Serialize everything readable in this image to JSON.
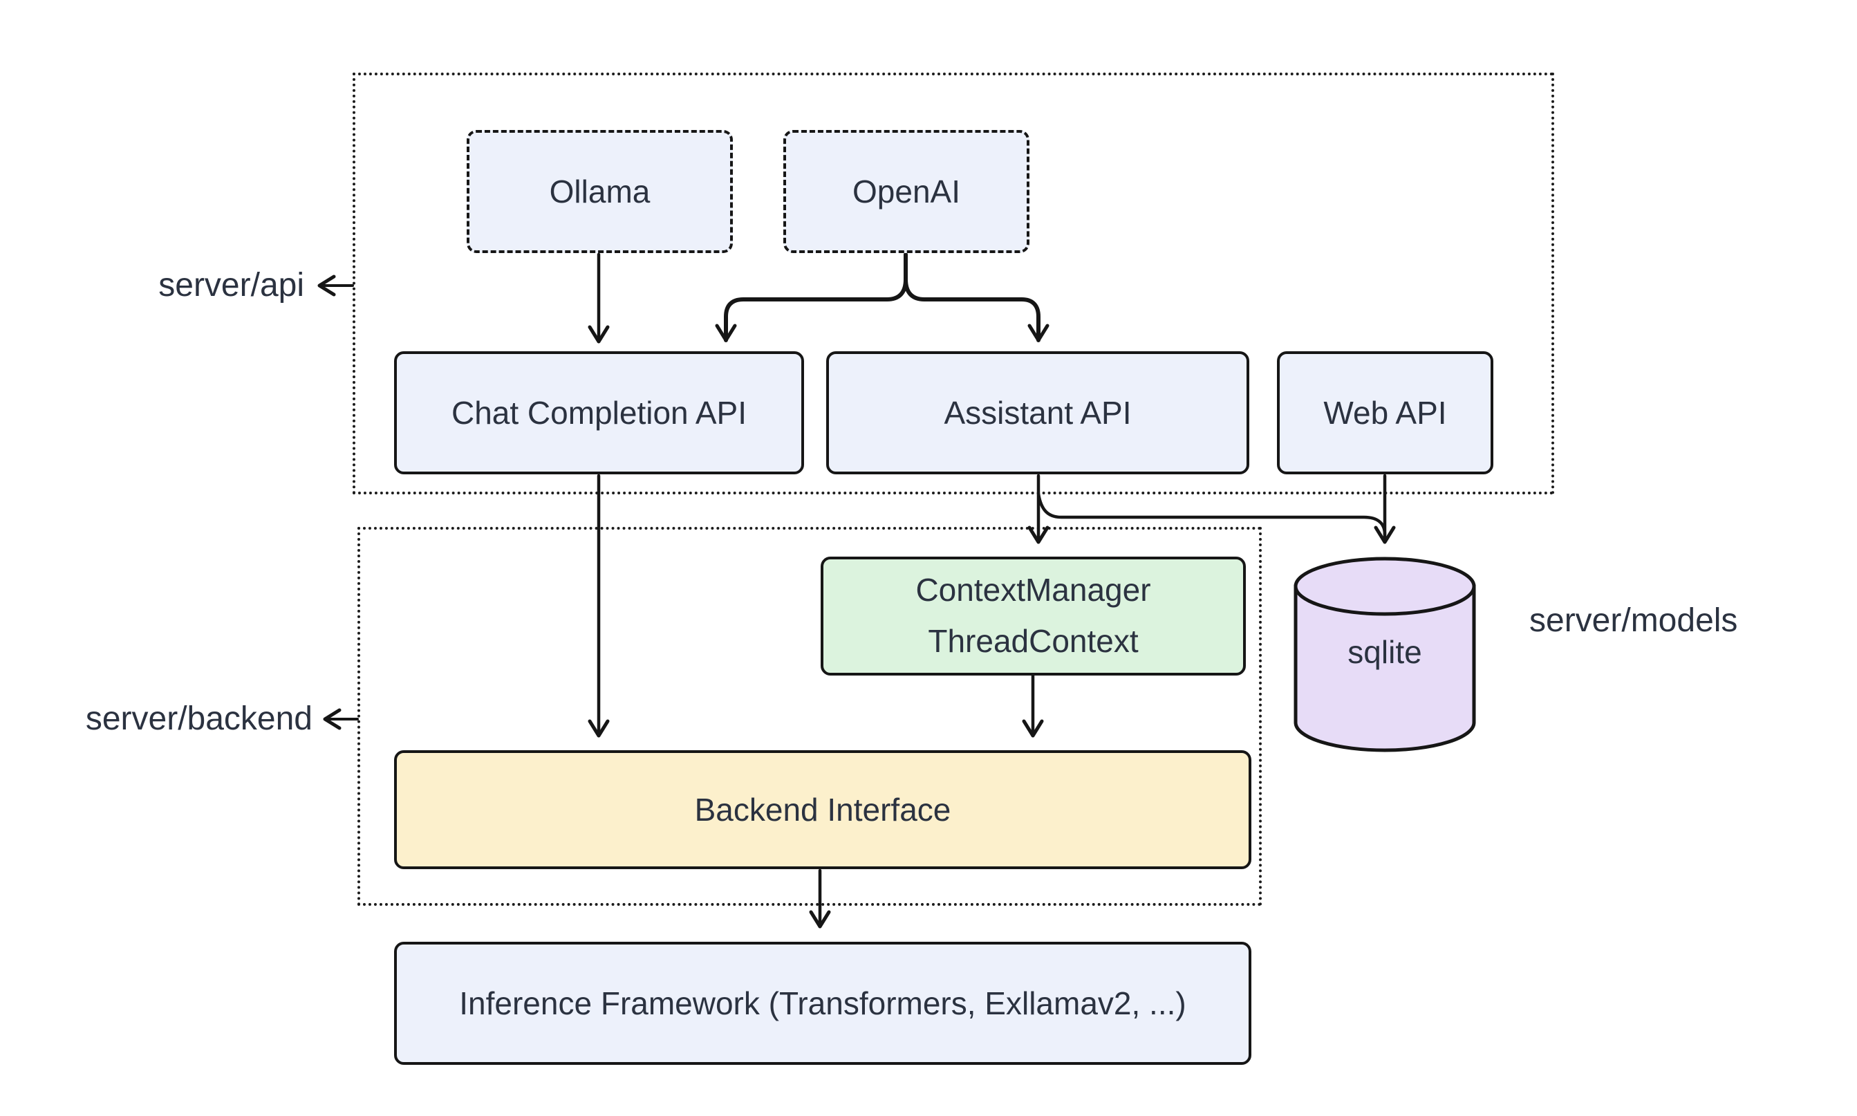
{
  "diagram": {
    "type": "architecture-flowchart",
    "background": "#ffffff",
    "nodes": {
      "ollama": {
        "label": "Ollama",
        "fill": "#edf1fb",
        "border_style": "dashed"
      },
      "openai": {
        "label": "OpenAI",
        "fill": "#edf1fb",
        "border_style": "dashed"
      },
      "chat_completion_api": {
        "label": "Chat Completion API",
        "fill": "#edf1fb",
        "border_style": "solid"
      },
      "assistant_api": {
        "label": "Assistant API",
        "fill": "#edf1fb",
        "border_style": "solid"
      },
      "web_api": {
        "label": "Web API",
        "fill": "#edf1fb",
        "border_style": "solid"
      },
      "context_manager": {
        "line1": "ContextManager",
        "line2": "ThreadContext",
        "fill": "#dcf3de",
        "border_style": "solid"
      },
      "sqlite": {
        "label": "sqlite",
        "fill": "#e7dcf7",
        "shape": "cylinder"
      },
      "backend_interface": {
        "label": "Backend Interface",
        "fill": "#fcf0cc",
        "border_style": "solid"
      },
      "inference_framework": {
        "label": "Inference Framework (Transformers, Exllamav2, ...)",
        "fill": "#edf1fb",
        "border_style": "solid"
      }
    },
    "group_labels": {
      "server_api": "server/api",
      "server_backend": "server/backend",
      "server_models": "server/models"
    },
    "edges": [
      {
        "from": "Ollama",
        "to": "Chat Completion API"
      },
      {
        "from": "OpenAI",
        "to": "Chat Completion API"
      },
      {
        "from": "OpenAI",
        "to": "Assistant API"
      },
      {
        "from": "Chat Completion API",
        "to": "Backend Interface"
      },
      {
        "from": "Assistant API",
        "to": "ContextManager ThreadContext"
      },
      {
        "from": "Assistant API",
        "to": "sqlite"
      },
      {
        "from": "Web API",
        "to": "sqlite"
      },
      {
        "from": "ContextManager ThreadContext",
        "to": "Backend Interface"
      },
      {
        "from": "Backend Interface",
        "to": "Inference Framework (Transformers, Exllamav2, ...)"
      }
    ],
    "colors": {
      "node_blue": "#edf1fb",
      "node_green": "#dcf3de",
      "node_yellow": "#fcf0cc",
      "cylinder_purple": "#e7dcf7",
      "line": "#161616",
      "text": "#2b3240",
      "container_border": "#1c1c1c"
    }
  }
}
